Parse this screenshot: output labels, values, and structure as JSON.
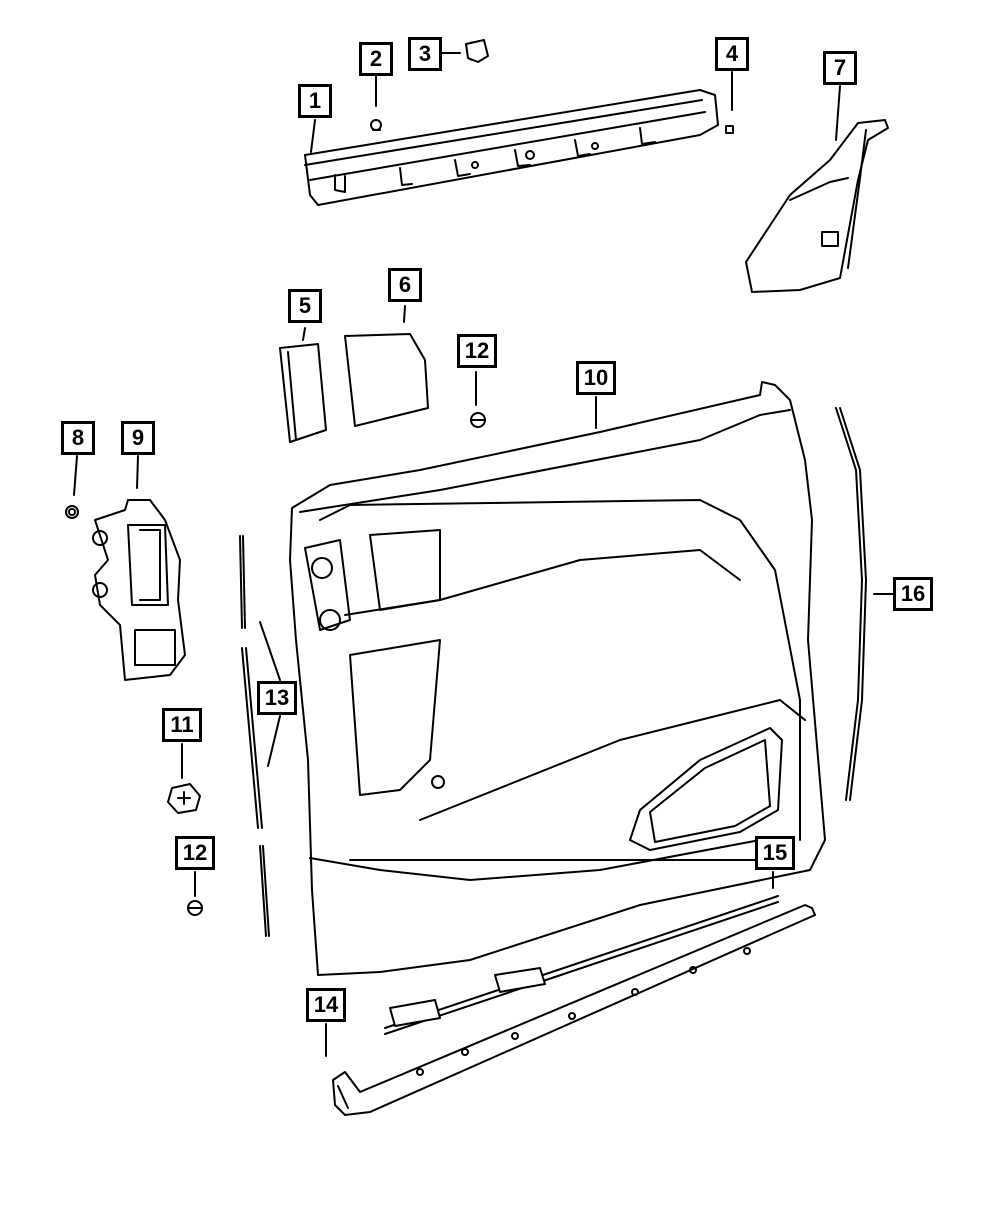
{
  "callouts": {
    "c1": "1",
    "c2": "2",
    "c3": "3",
    "c4": "4",
    "c5": "5",
    "c6": "6",
    "c7": "7",
    "c8": "8",
    "c9": "9",
    "c10": "10",
    "c11": "11",
    "c12a": "12",
    "c12b": "12",
    "c13": "13",
    "c14": "14",
    "c15": "15",
    "c16": "16"
  },
  "colors": {
    "line": "#000000",
    "background": "#ffffff",
    "panel_fill": "#ffffff"
  }
}
